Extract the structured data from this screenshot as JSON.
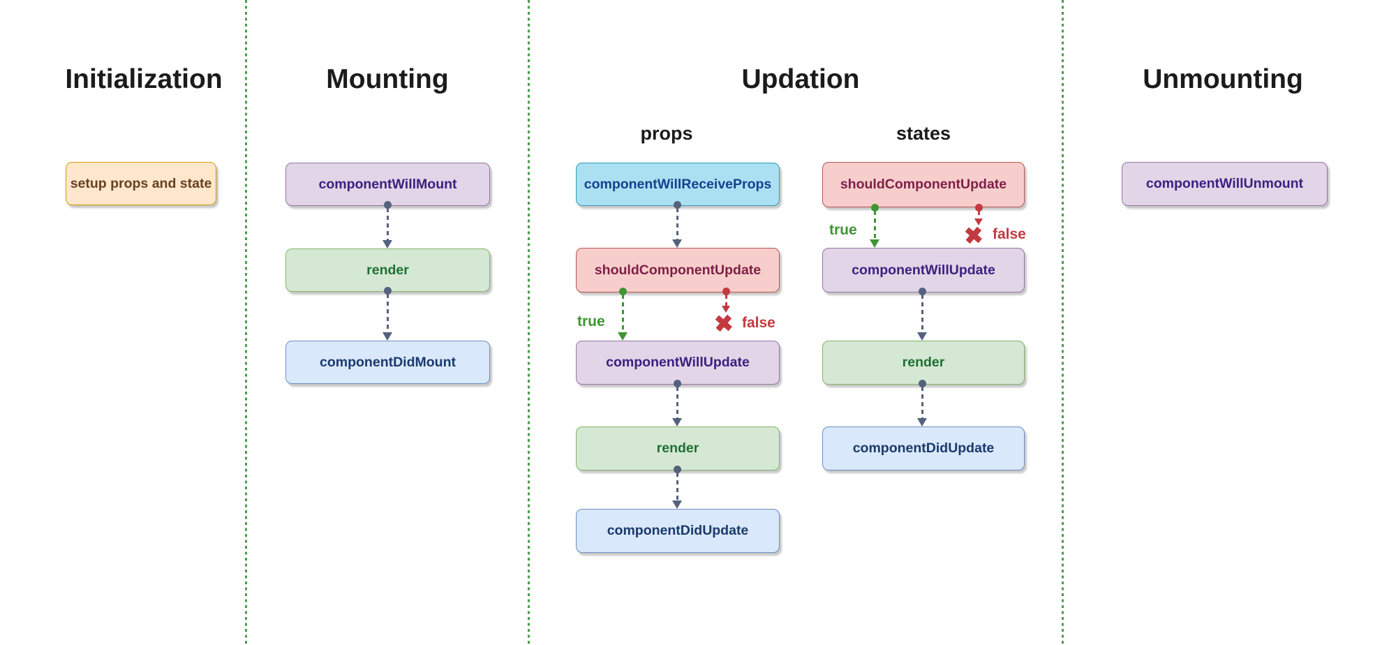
{
  "titles": {
    "initialization": "Initialization",
    "mounting": "Mounting",
    "updation": "Updation",
    "unmounting": "Unmounting",
    "props": "props",
    "states": "states"
  },
  "boxes": {
    "setup": "setup props and state",
    "component_will_mount": "componentWillMount",
    "render_mounting": "render",
    "component_did_mount": "componentDidMount",
    "component_will_receive_props": "componentWillReceiveProps",
    "should_component_update_props": "shouldComponentUpdate",
    "component_will_update_props": "componentWillUpdate",
    "render_props": "render",
    "component_did_update_props": "componentDidUpdate",
    "should_component_update_states": "shouldComponentUpdate",
    "component_will_update_states": "componentWillUpdate",
    "render_states": "render",
    "component_did_update_states": "componentDidUpdate",
    "component_will_unmount": "componentWillUnmount"
  },
  "branch": {
    "true_label": "true",
    "false_label": "false",
    "x_mark": "✖"
  },
  "edges": [
    {
      "from": "componentWillMount",
      "to": "render",
      "column": "mounting"
    },
    {
      "from": "render",
      "to": "componentDidMount",
      "column": "mounting"
    },
    {
      "from": "componentWillReceiveProps",
      "to": "shouldComponentUpdate",
      "column": "updation-props"
    },
    {
      "from": "shouldComponentUpdate",
      "to": "componentWillUpdate",
      "label": "true",
      "column": "updation-props"
    },
    {
      "from": "shouldComponentUpdate",
      "to": "stop",
      "label": "false",
      "column": "updation-props"
    },
    {
      "from": "componentWillUpdate",
      "to": "render",
      "column": "updation-props"
    },
    {
      "from": "render",
      "to": "componentDidUpdate",
      "column": "updation-props"
    },
    {
      "from": "shouldComponentUpdate",
      "to": "componentWillUpdate",
      "label": "true",
      "column": "updation-states"
    },
    {
      "from": "shouldComponentUpdate",
      "to": "stop",
      "label": "false",
      "column": "updation-states"
    },
    {
      "from": "componentWillUpdate",
      "to": "render",
      "column": "updation-states"
    },
    {
      "from": "render",
      "to": "componentDidUpdate",
      "column": "updation-states"
    }
  ],
  "colors": {
    "title": "#1b1b1b",
    "separator": "#4c9c4c",
    "connector": "#54627e",
    "true-green": "#3f9433",
    "false-red": "#c23a40",
    "orange-fill": "#ffe7cd",
    "orange-stroke": "#d79b00",
    "orange-text": "#68401f",
    "purple-fill": "#e1d5e7",
    "purple-stroke": "#9673a6",
    "purple-text": "#3d2080",
    "green-fill": "#d5e8d4",
    "green-stroke": "#82b366",
    "green-text": "#1e7032",
    "blue-fill": "#dae8fc",
    "blue-stroke": "#6c8ebf",
    "blue-text": "#1a3a6b",
    "cyan-fill": "#abe0f2",
    "cyan-stroke": "#2e9cb8",
    "cyan-text": "#16418c",
    "red-fill": "#f8cecc",
    "red-stroke": "#b85450",
    "red-text": "#7d1f47"
  }
}
